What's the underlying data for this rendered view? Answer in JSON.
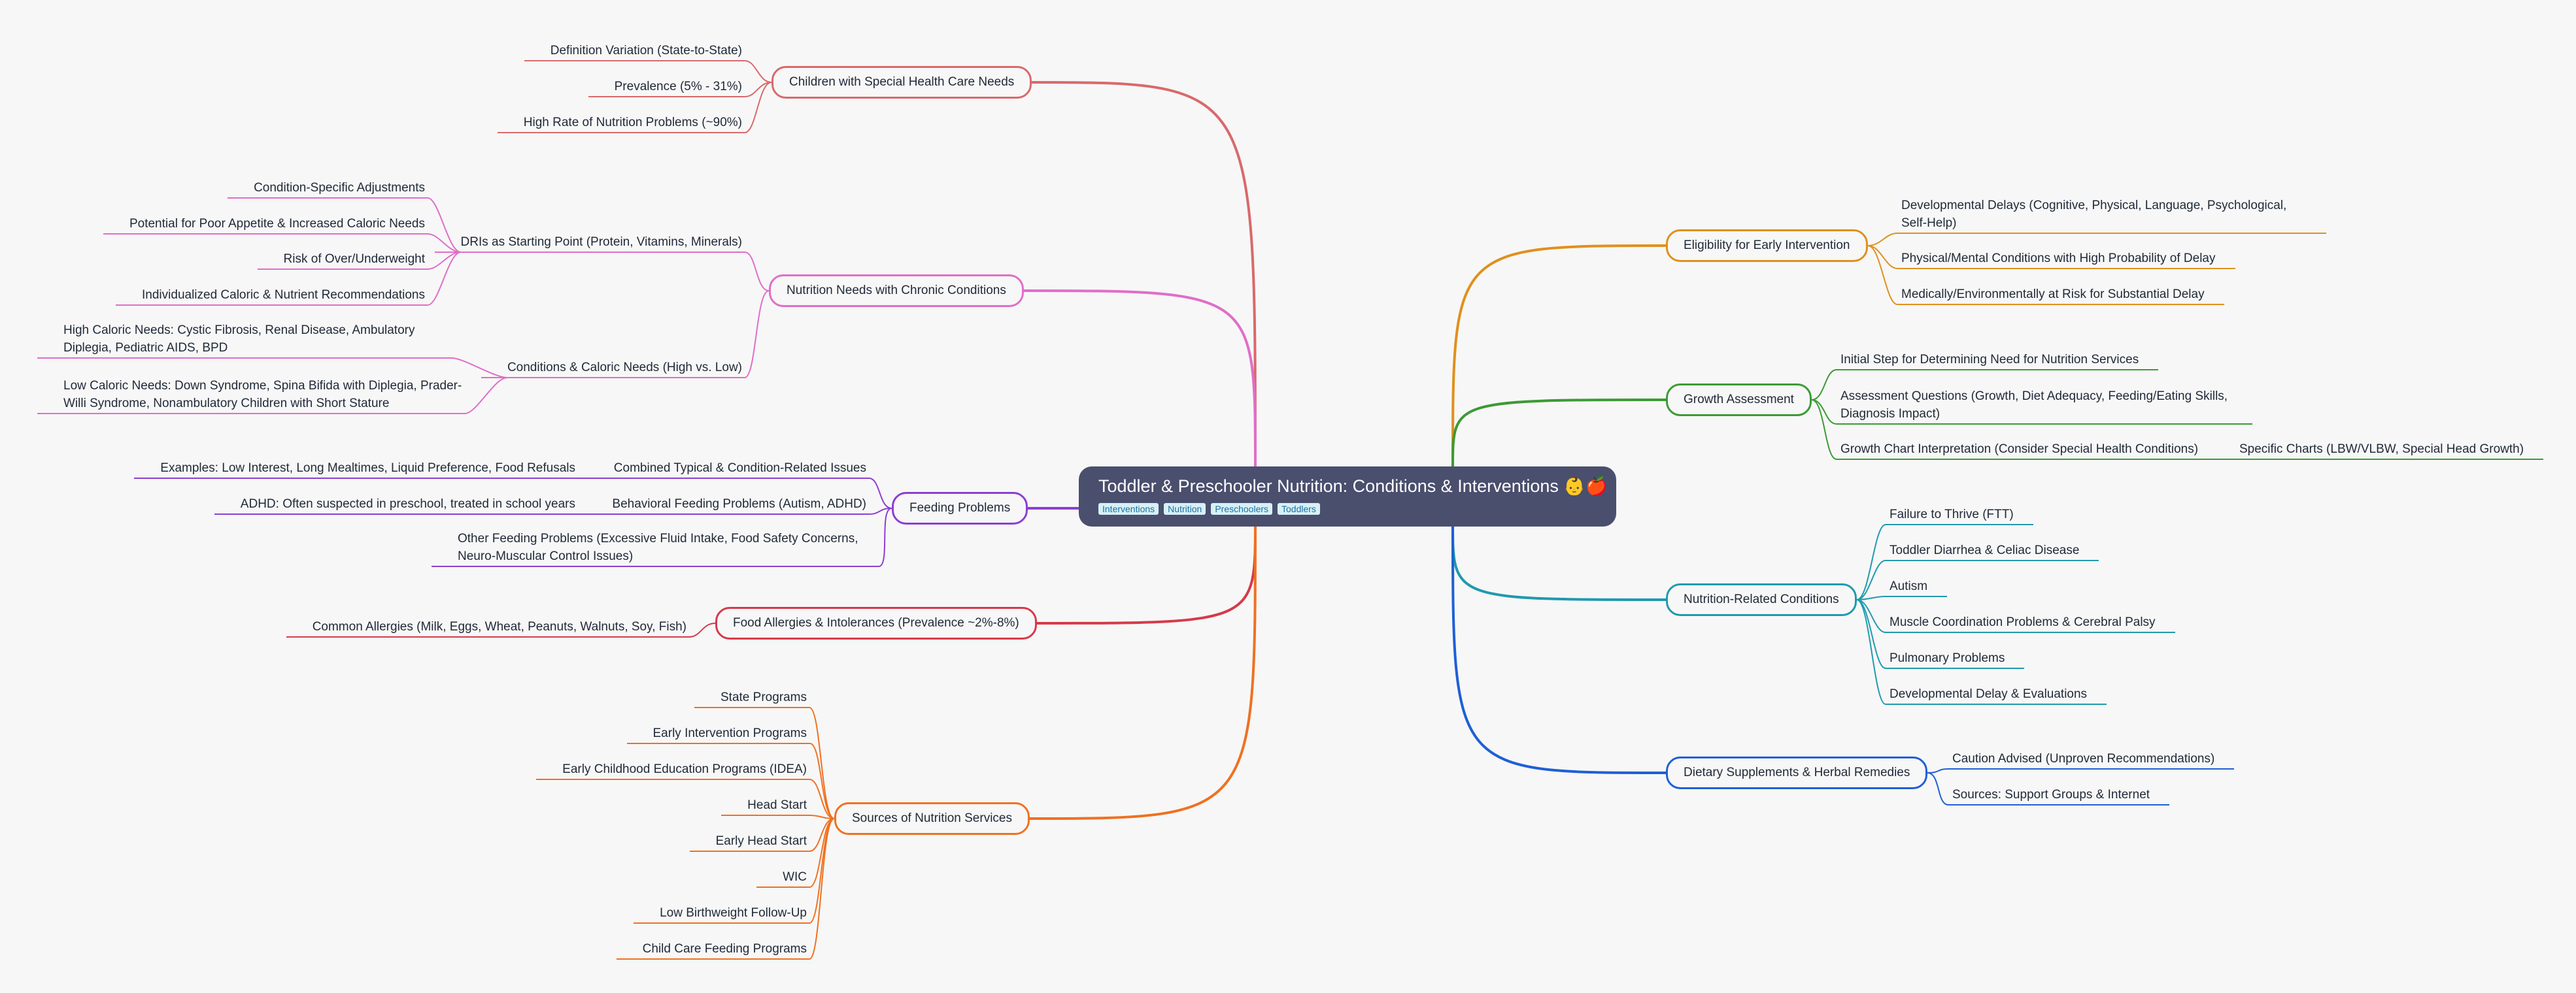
{
  "root": {
    "title": "Toddler & Preschooler Nutrition: Conditions & Interventions 👶🍎",
    "tags": [
      "Interventions",
      "Nutrition",
      "Preschoolers",
      "Toddlers"
    ]
  },
  "branches": [
    {
      "id": "cshcn",
      "side": "left",
      "color": "#d9696b",
      "label": "Children with Special Health Care Needs",
      "children": [
        {
          "label": "Definition Variation (State-to-State)"
        },
        {
          "label": "Prevalence (5% - 31%)"
        },
        {
          "label": "High Rate of Nutrition Problems (~90%)"
        }
      ]
    },
    {
      "id": "chronic",
      "side": "left",
      "color": "#e06ec8",
      "label": "Nutrition Needs with Chronic Conditions",
      "children": [
        {
          "label": "DRIs as Starting Point (Protein, Vitamins, Minerals)",
          "children": [
            {
              "label": "Condition-Specific Adjustments"
            },
            {
              "label": "Potential for Poor Appetite & Increased Caloric Needs"
            },
            {
              "label": "Risk of Over/Underweight"
            },
            {
              "label": "Individualized Caloric & Nutrient Recommendations"
            }
          ]
        },
        {
          "label": "Conditions & Caloric Needs (High vs. Low)",
          "children": [
            {
              "label": "High Caloric Needs: Cystic Fibrosis, Renal Disease, Ambulatory Diplegia, Pediatric AIDS, BPD"
            },
            {
              "label": "Low Caloric Needs: Down Syndrome, Spina Bifida with Diplegia, Prader-Willi Syndrome, Nonambulatory Children with Short Stature"
            }
          ]
        }
      ]
    },
    {
      "id": "feeding",
      "side": "left",
      "color": "#8c3fd1",
      "label": "Feeding Problems",
      "children": [
        {
          "label": "Combined Typical & Condition-Related Issues",
          "children": [
            {
              "label": "Examples: Low Interest, Long Mealtimes, Liquid Preference, Food Refusals"
            }
          ]
        },
        {
          "label": "Behavioral Feeding Problems (Autism, ADHD)",
          "children": [
            {
              "label": "ADHD: Often suspected in preschool, treated in school years"
            }
          ]
        },
        {
          "label": "Other Feeding Problems (Excessive Fluid Intake, Food Safety Concerns, Neuro-Muscular Control Issues)"
        }
      ]
    },
    {
      "id": "allergy",
      "side": "left",
      "color": "#d63a4a",
      "label": "Food Allergies & Intolerances (Prevalence ~2%-8%)",
      "children": [
        {
          "label": "Common Allergies (Milk, Eggs, Wheat, Peanuts, Walnuts, Soy, Fish)"
        }
      ]
    },
    {
      "id": "sources",
      "side": "left",
      "color": "#ef7122",
      "label": "Sources of Nutrition Services",
      "children": [
        {
          "label": "State Programs"
        },
        {
          "label": "Early Intervention Programs"
        },
        {
          "label": "Early Childhood Education Programs (IDEA)"
        },
        {
          "label": "Head Start"
        },
        {
          "label": "Early Head Start"
        },
        {
          "label": "WIC"
        },
        {
          "label": "Low Birthweight Follow-Up"
        },
        {
          "label": "Child Care Feeding Programs"
        }
      ]
    },
    {
      "id": "eligibility",
      "side": "right",
      "color": "#e0901c",
      "label": "Eligibility for Early Intervention",
      "children": [
        {
          "label": "Developmental Delays (Cognitive, Physical, Language, Psychological, Self-Help)"
        },
        {
          "label": "Physical/Mental Conditions with High Probability of Delay"
        },
        {
          "label": "Medically/Environmentally at Risk for Substantial Delay"
        }
      ]
    },
    {
      "id": "growth",
      "side": "right",
      "color": "#3c9a34",
      "label": "Growth Assessment",
      "children": [
        {
          "label": "Initial Step for Determining Need for Nutrition Services"
        },
        {
          "label": "Assessment Questions (Growth, Diet Adequacy, Feeding/Eating Skills, Diagnosis Impact)"
        },
        {
          "label": "Growth Chart Interpretation (Consider Special Health Conditions)",
          "children": [
            {
              "label": "Specific Charts (LBW/VLBW, Special Head Growth)"
            }
          ]
        }
      ]
    },
    {
      "id": "conditions",
      "side": "right",
      "color": "#1f9aae",
      "label": "Nutrition-Related Conditions",
      "children": [
        {
          "label": "Failure to Thrive (FTT)"
        },
        {
          "label": "Toddler Diarrhea & Celiac Disease"
        },
        {
          "label": "Autism"
        },
        {
          "label": "Muscle Coordination Problems & Cerebral Palsy"
        },
        {
          "label": "Pulmonary Problems"
        },
        {
          "label": "Developmental Delay & Evaluations"
        }
      ]
    },
    {
      "id": "supplements",
      "side": "right",
      "color": "#1f5fd6",
      "label": "Dietary Supplements & Herbal Remedies",
      "children": [
        {
          "label": "Caution Advised (Unproven Recommendations)"
        },
        {
          "label": "Sources: Support Groups & Internet"
        }
      ]
    }
  ]
}
